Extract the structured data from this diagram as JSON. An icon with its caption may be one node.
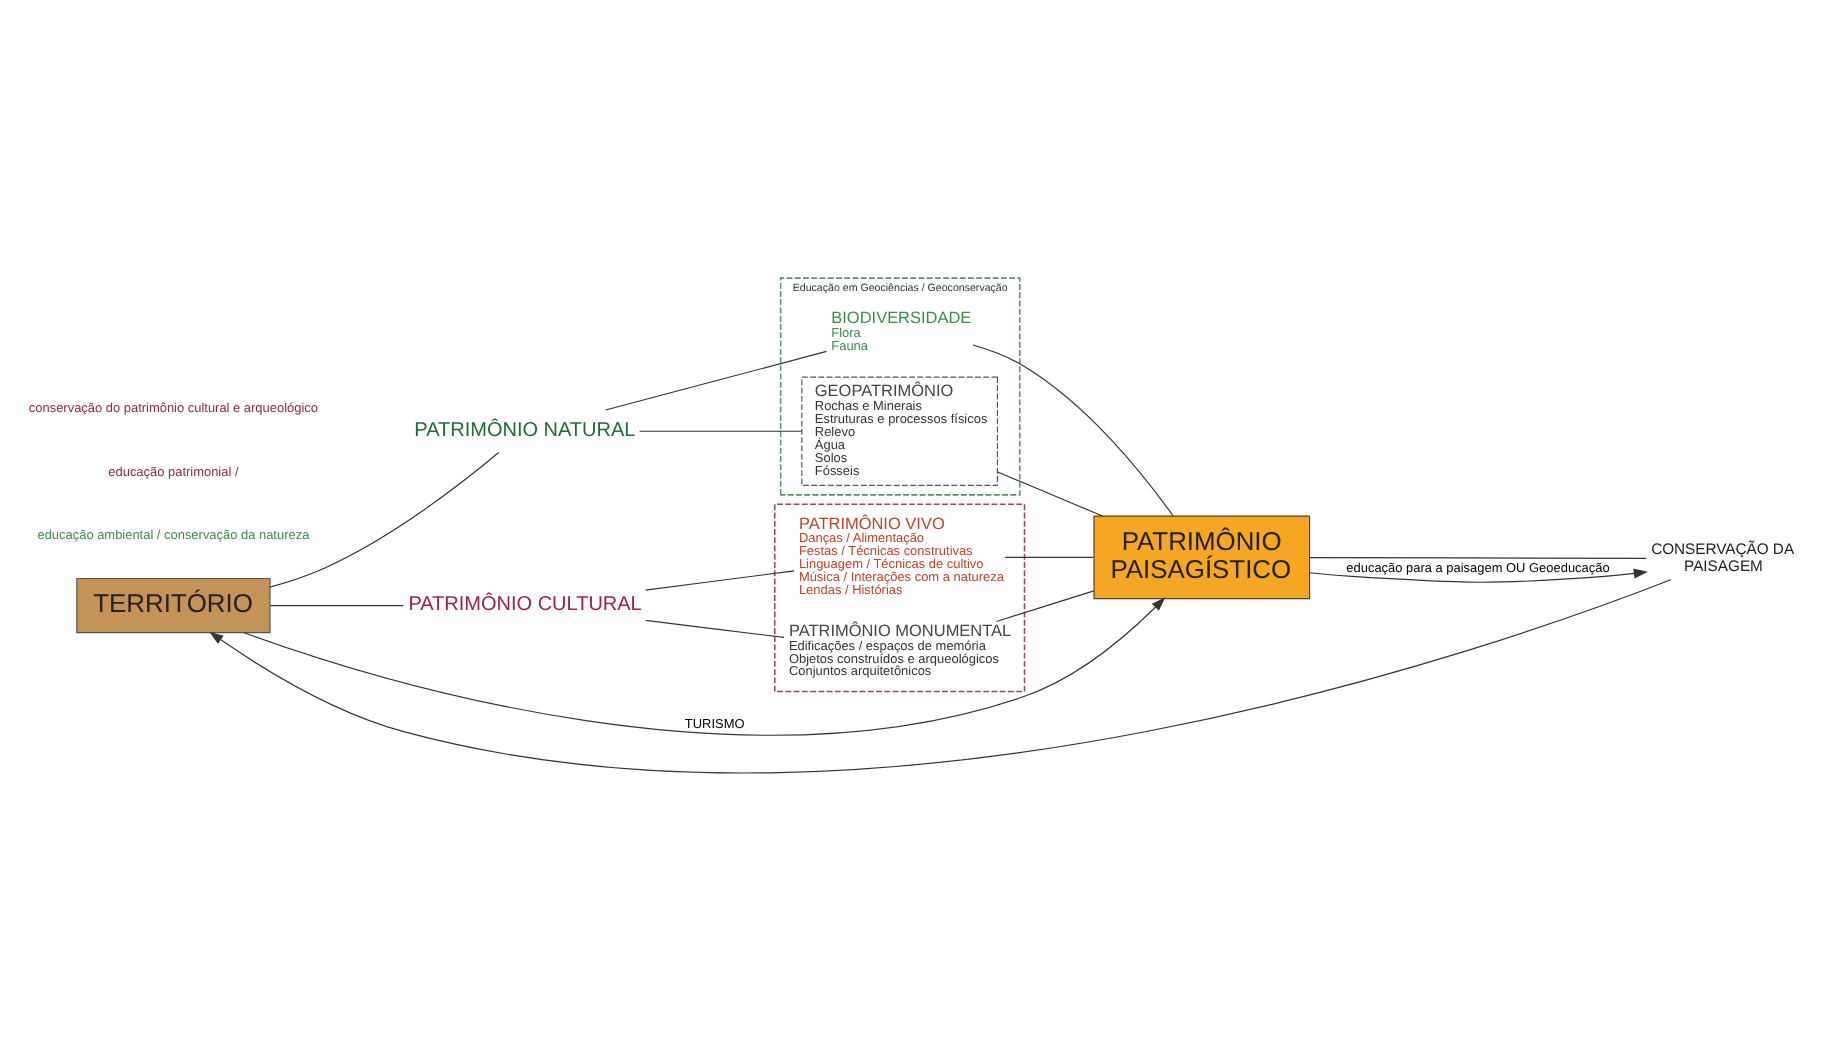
{
  "diagram": {
    "nodes": [
      {
        "text": [
          "TERRITÓRIO"
        ]
      },
      {
        "text": [
          "PATRIMÔNIO NATURAL"
        ]
      },
      {
        "text": [
          "PATRIMÔNIO CULTURAL"
        ]
      },
      {
        "text": [
          "Educação em Geociências / Geoconservação"
        ]
      },
      {
        "text": [
          "BIODIVERSIDADE",
          "Flora",
          "Fauna"
        ],
        "in": 3
      },
      {
        "text": [
          "GEOPATRIMÔNIO",
          "Rochas e Minerais",
          "Estruturas e processos físicos",
          "Relevo",
          "Água",
          "Solos",
          "Fósseis"
        ],
        "in": 3
      },
      {
        "text": [],
        "shape": "box"
      },
      {
        "text": [
          "PATRIMÔNIO VIVO",
          "Danças / Alimentação",
          "Festas / Técnicas construtivas",
          "Linguagem / Técnicas de cultivo",
          "Música / Interações com a natureza",
          "Lendas / Histórias"
        ],
        "in": 6
      },
      {
        "text": [
          "PATRIMÔNIO MONUMENTAL",
          "Edificações / espaços de memória",
          "Objetos construídos e arqueológicos",
          "Conjuntos arquitetônicos"
        ],
        "in": 6
      },
      {
        "text": [
          "PATRIMÔNIO PAISAGÍSTICO"
        ]
      },
      {
        "text": [
          "CONSERVAÇÃO DA PAISAGEM"
        ]
      }
    ],
    "edges": [
      {
        "from": 0,
        "to": 9,
        "arrow": "to",
        "label": "TURISMO"
      },
      {
        "from": 0,
        "to": 1,
        "arrow": "none"
      },
      {
        "from": 0,
        "to": 2,
        "arrow": "none"
      },
      {
        "from": 1,
        "to": 4,
        "arrow": "none"
      },
      {
        "from": 1,
        "to": 5,
        "arrow": "none"
      },
      {
        "from": 2,
        "to": 7,
        "arrow": "none"
      },
      {
        "from": 2,
        "to": 8,
        "arrow": "none"
      },
      {
        "from": 4,
        "to": 9,
        "arrow": "none"
      },
      {
        "from": 5,
        "to": 9,
        "arrow": "none"
      },
      {
        "from": 7,
        "to": 9,
        "arrow": "none"
      },
      {
        "from": 8,
        "to": 9,
        "arrow": "none"
      },
      {
        "from": 9,
        "to": 10,
        "arrow": "none"
      },
      {
        "from": 10,
        "to": 0,
        "arrow": "to"
      },
      {
        "from": 9,
        "to": 10,
        "arrow": "to",
        "label": "educação para a paisagem OU Geoeducação"
      }
    ],
    "labels": [
      "educação ambiental / conservação da natureza",
      "educação patrimonial /",
      "conservação do patrimônio cultural e arqueológico"
    ]
  }
}
